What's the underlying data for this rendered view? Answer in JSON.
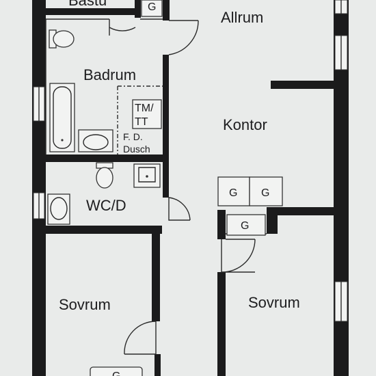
{
  "rooms": {
    "bastu": "Bastu",
    "allrum": "Allrum",
    "badrum": "Badrum",
    "kontor": "Kontor",
    "wcd": "WC/D",
    "sovrum_left": "Sovrum",
    "sovrum_right": "Sovrum"
  },
  "fixtures": {
    "tm_tt_line1": "TM/",
    "tm_tt_line2": "TT",
    "fd_line1": "F. D.",
    "fd_line2": "Dusch",
    "g_top": "G",
    "g_kontor_1": "G",
    "g_kontor_2": "G",
    "g_sovrum": "G",
    "g_bottom": "G"
  },
  "colors": {
    "paper": "#e9ebea",
    "wall": "#1b1b1c",
    "text": "#1d1d1f"
  }
}
